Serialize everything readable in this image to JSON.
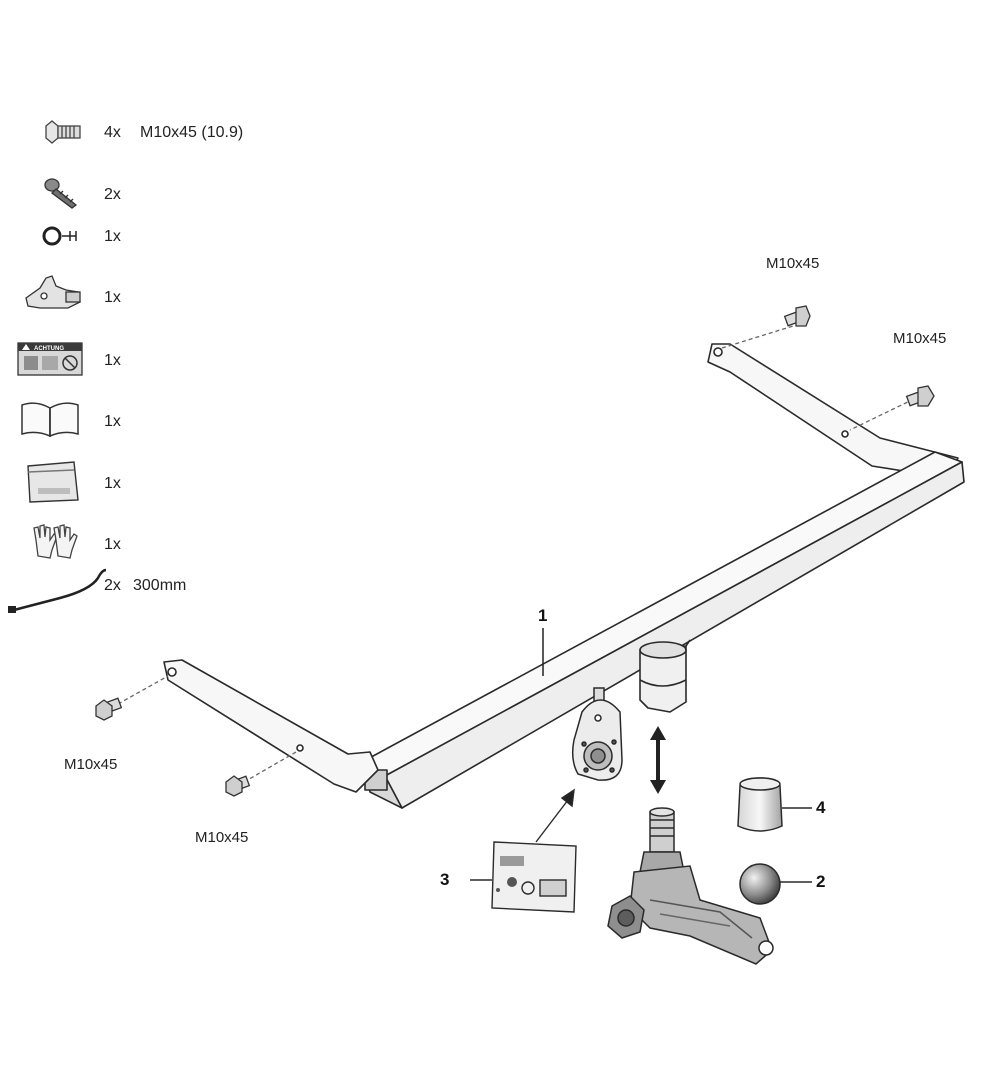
{
  "parts_list": [
    {
      "icon": "bolt-icon",
      "qty": "4x",
      "desc": "M10x45 (10.9)"
    },
    {
      "icon": "screw-icon",
      "qty": "2x",
      "desc": ""
    },
    {
      "icon": "ring-pin-icon",
      "qty": "1x",
      "desc": ""
    },
    {
      "icon": "connector-icon",
      "qty": "1x",
      "desc": ""
    },
    {
      "icon": "warning-sticker-icon",
      "qty": "1x",
      "desc": ""
    },
    {
      "icon": "manual-book-icon",
      "qty": "1x",
      "desc": ""
    },
    {
      "icon": "bag-icon",
      "qty": "1x",
      "desc": ""
    },
    {
      "icon": "gloves-icon",
      "qty": "1x",
      "desc": ""
    },
    {
      "icon": "cable-tie-icon",
      "qty": "2x",
      "desc": "300mm"
    }
  ],
  "bolt_labels": {
    "top_left": "M10x45",
    "top_right": "M10x45",
    "bottom_left": "M10x45",
    "bottom_center": "M10x45"
  },
  "callouts": {
    "part1": "1",
    "part2": "2",
    "part3": "3",
    "part4": "4"
  },
  "sticker_text": "ACHTUNG"
}
